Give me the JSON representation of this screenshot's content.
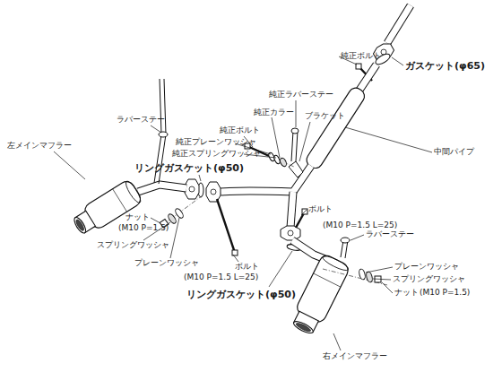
{
  "diagram": {
    "labels": [
      "純正ボルト",
      "ガスケット(φ65)",
      "純正ラバーステー",
      "純正カラー",
      "ブラケット",
      "純正ボルト",
      "純正プレーンワッシャ",
      "純正スプリングワッシャ",
      "ラバーステー",
      "中間パイプ",
      "左メインマフラー",
      "リングガスケット(φ50)",
      "ボルト",
      "(M10 P=1.5 L=25)",
      "ナット",
      "(M10 P=1.5)",
      "スプリングワッシャ",
      "プレーンワッシャ",
      "ボルト",
      "(M10 P=1.5 L=25)",
      "ラバーステー",
      "プレーンワッシャ",
      "スプリングワッシャ",
      "ナット",
      "(M10 P=1.5)",
      "リングガスケット(φ50)",
      "右メインマフラー"
    ]
  }
}
